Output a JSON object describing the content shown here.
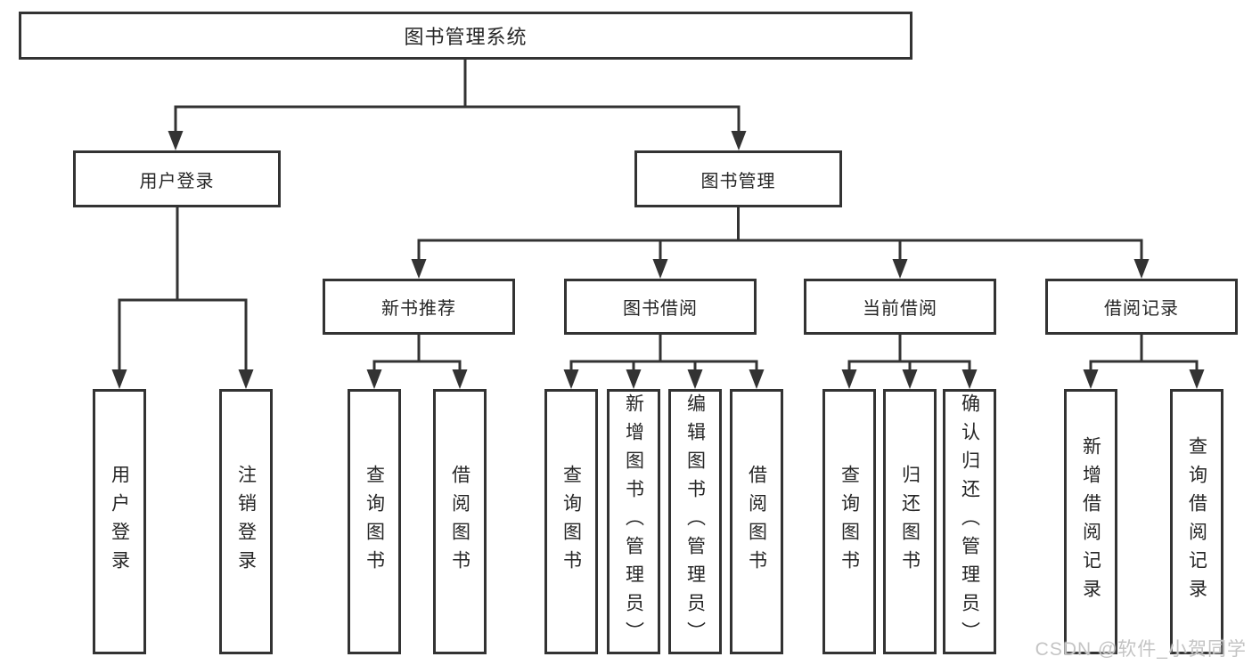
{
  "root": {
    "label": "图书管理系统"
  },
  "level2": {
    "user_login": {
      "label": "用户登录"
    },
    "book_management": {
      "label": "图书管理"
    }
  },
  "level3": {
    "new_book_recommend": {
      "label": "新书推荐"
    },
    "book_borrow": {
      "label": "图书借阅"
    },
    "current_borrow": {
      "label": "当前借阅"
    },
    "borrow_records": {
      "label": "借阅记录"
    }
  },
  "leaves": {
    "user_login": {
      "label": "用户登录"
    },
    "logout": {
      "label": "注销登录"
    },
    "rec_query_books": {
      "label": "查询图书"
    },
    "rec_borrow_books": {
      "label": "借阅图书"
    },
    "bb_query_books": {
      "label": "查询图书"
    },
    "bb_add_books": {
      "label": "新增图书（管理员）"
    },
    "bb_edit_books": {
      "label": "编辑图书（管理员）"
    },
    "bb_borrow_books": {
      "label": "借阅图书"
    },
    "cb_query_books": {
      "label": "查询图书"
    },
    "cb_return_books": {
      "label": "归还图书"
    },
    "cb_confirm_return": {
      "label": "确认归还（管理员）"
    },
    "br_add_record": {
      "label": "新增借阅记录"
    },
    "br_query_record": {
      "label": "查询借阅记录"
    }
  },
  "watermark": {
    "text": "CSDN @软件_小贺同学"
  },
  "colors": {
    "line": "#333333",
    "text": "#262626",
    "watermark": "#c4c4c4",
    "background": "#ffffff"
  }
}
